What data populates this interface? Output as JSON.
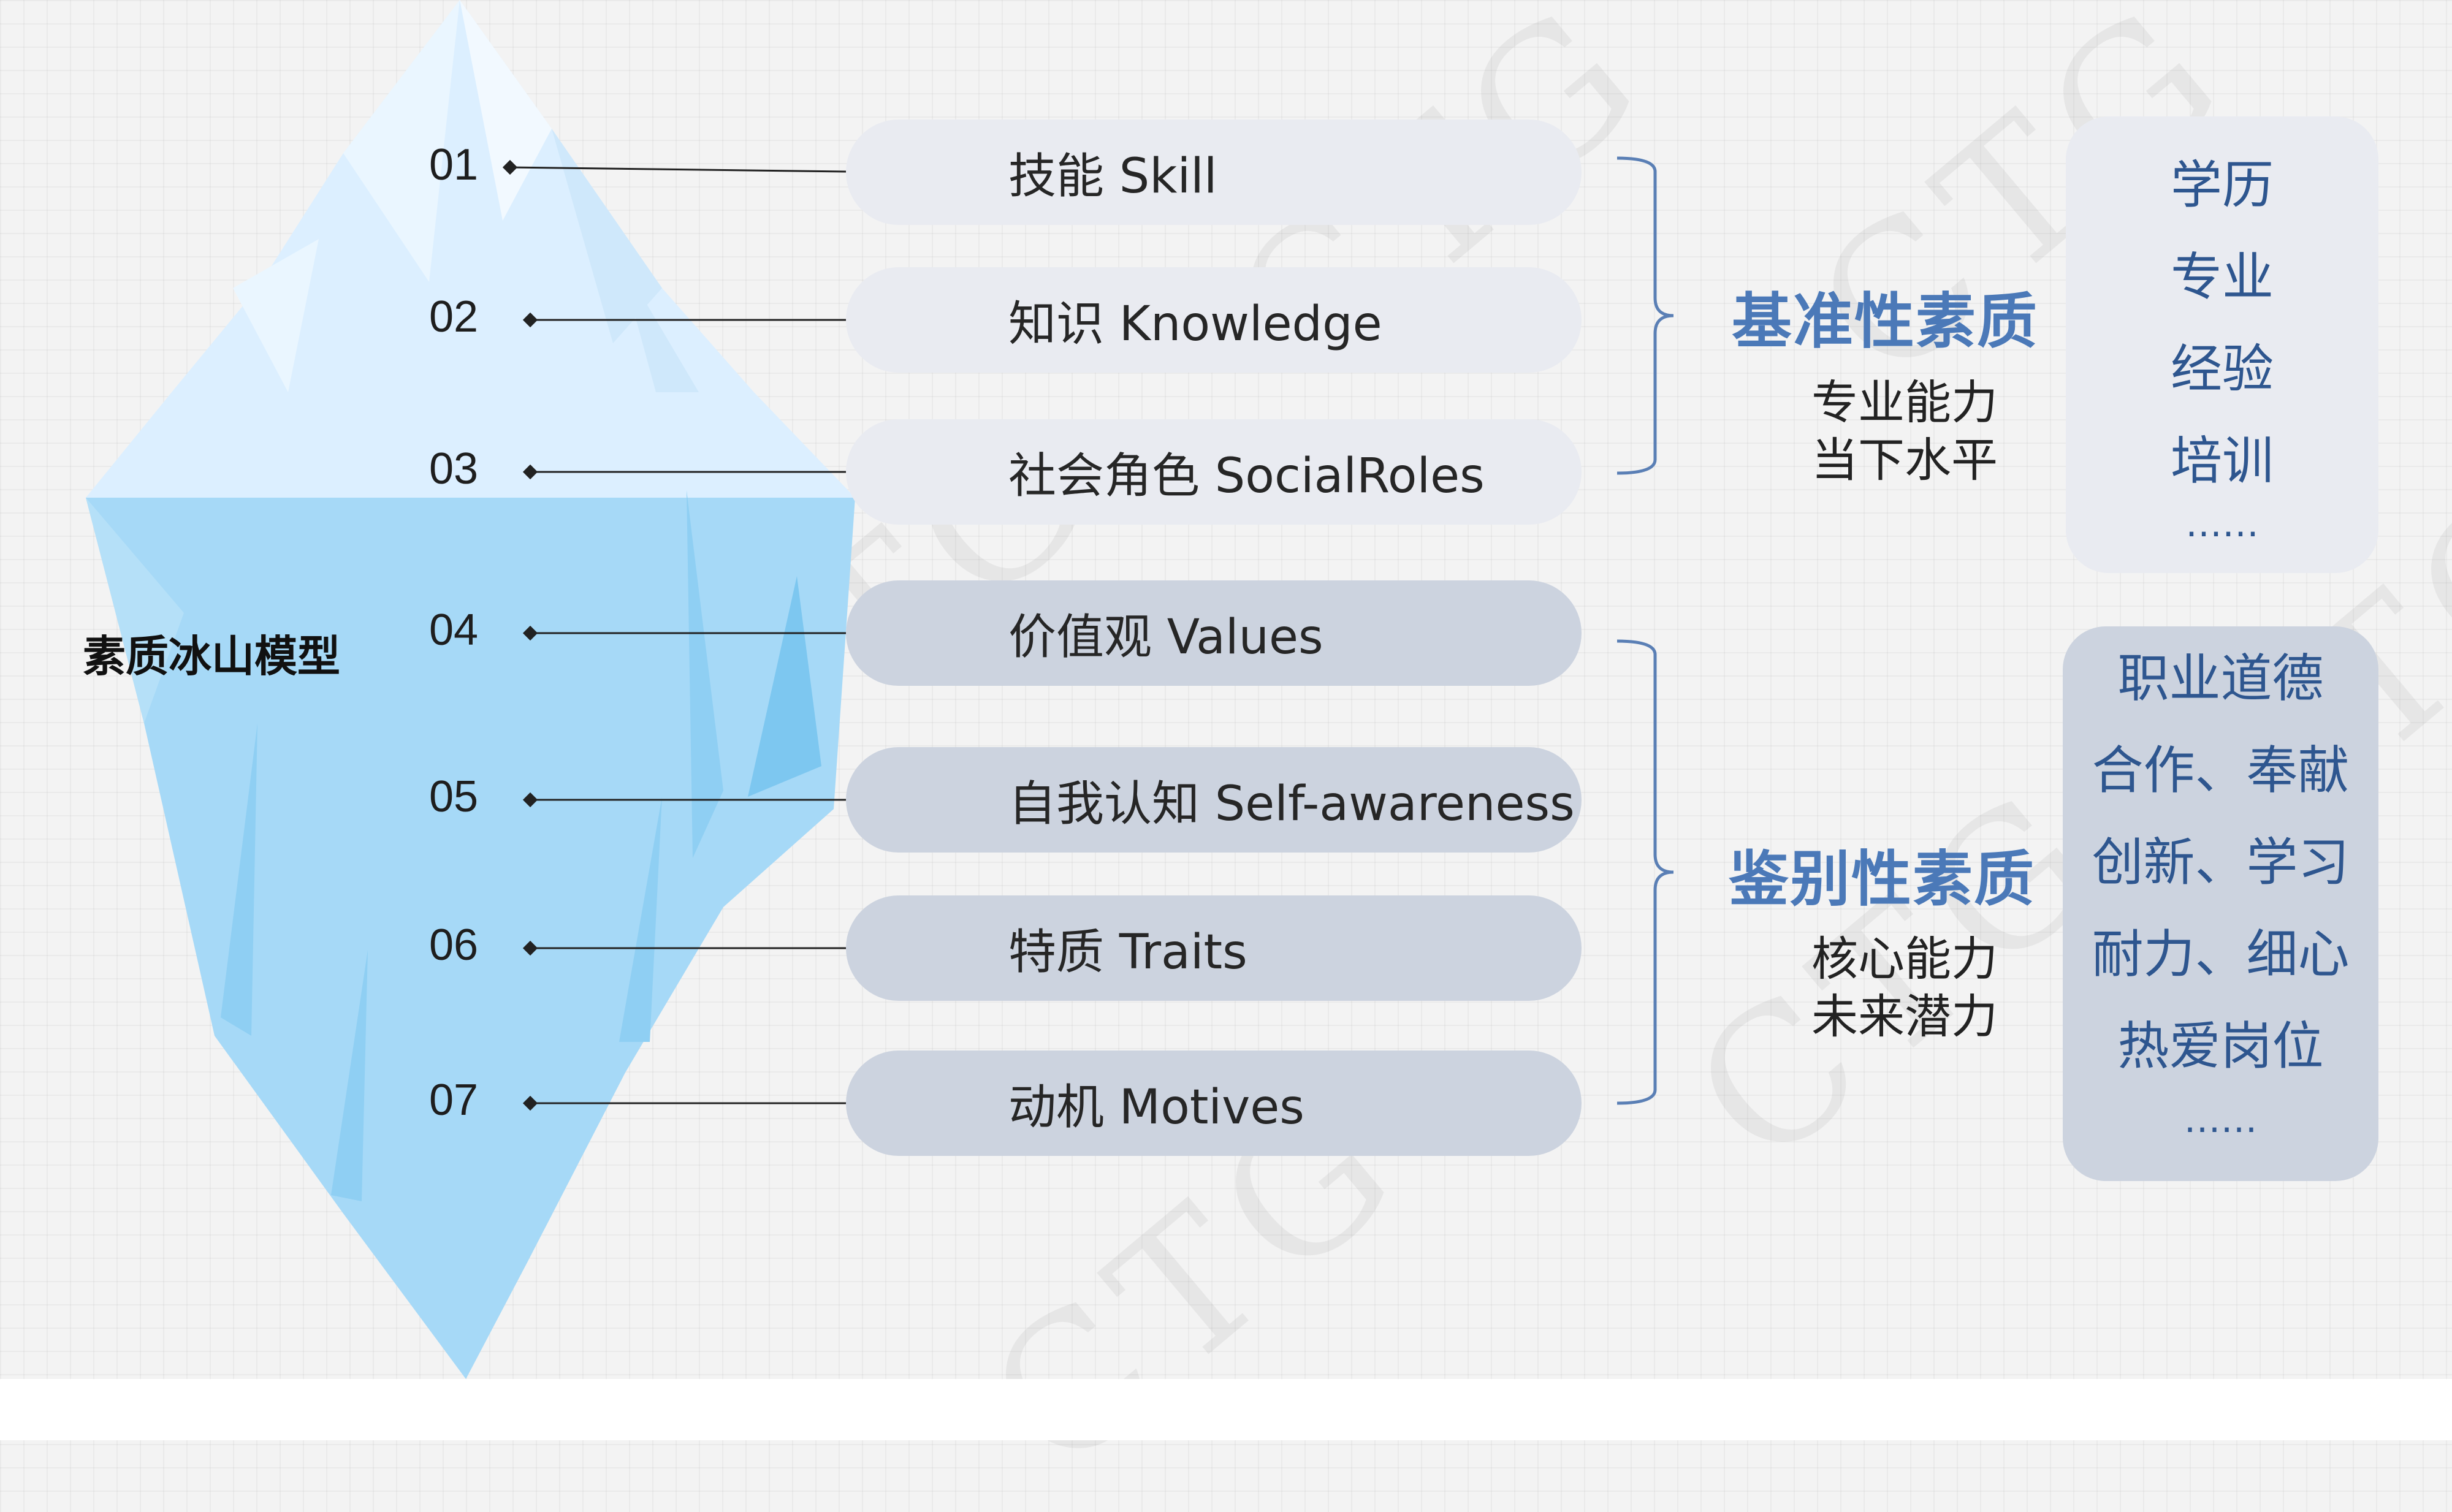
{
  "side_label": "素质冰山模型",
  "levels": [
    {
      "number": "01",
      "label": "技能 Skill",
      "zone": "above"
    },
    {
      "number": "02",
      "label": "知识 Knowledge",
      "zone": "above"
    },
    {
      "number": "03",
      "label": "社会角色 SocialRoles",
      "zone": "above"
    },
    {
      "number": "04",
      "label": "价值观 Values",
      "zone": "below"
    },
    {
      "number": "05",
      "label": "自我认知 Self-awareness",
      "zone": "below"
    },
    {
      "number": "06",
      "label": "特质 Traits",
      "zone": "below"
    },
    {
      "number": "07",
      "label": "动机 Motives",
      "zone": "below"
    }
  ],
  "groups": [
    {
      "title": "基准性素质",
      "desc": [
        "专业能力",
        "当下水平"
      ],
      "items": [
        "学历",
        "专业",
        "经验",
        "培训",
        "……"
      ]
    },
    {
      "title": "鉴别性素质",
      "desc": [
        "核心能力",
        "未来潜力"
      ],
      "items": [
        "职业道德",
        "合作、奉献",
        "创新、学习",
        "耐力、细心",
        "热爱岗位",
        "……"
      ]
    }
  ],
  "watermark": "CTG",
  "colors": {
    "background": "#f3f3f3",
    "ice_above": "#dcefff",
    "ice_below": "#a6d9f7",
    "pill_above": "#e9ebf1",
    "pill_below": "#ccd3df",
    "category_text": "#4b79b8",
    "panel_text": "#2e568f",
    "panel_above": "#e9ebf1",
    "panel_below": "#ccd3df",
    "bracket": "#5a7fb5"
  }
}
